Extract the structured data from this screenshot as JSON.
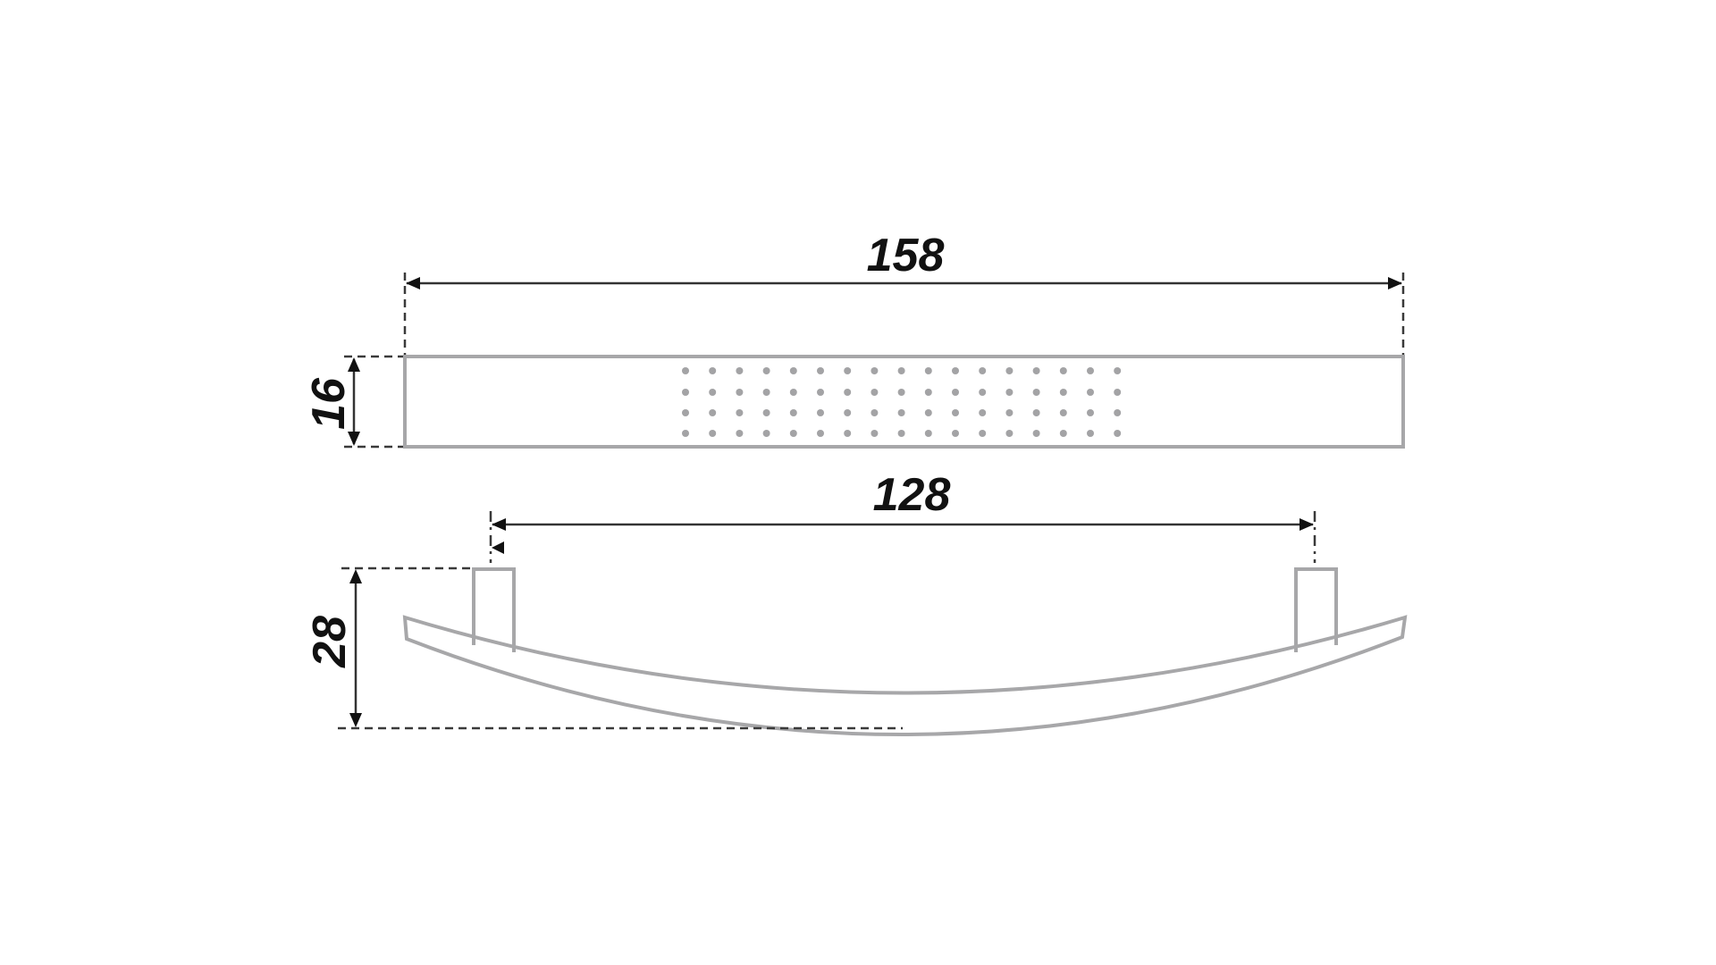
{
  "drawing": {
    "title": "Furniture handle dimension drawing",
    "units": "mm",
    "colors": {
      "background": "#ffffff",
      "part_outline": "#a7a7a9",
      "dimension_line": "#333333",
      "text": "#111111",
      "dots": "#a3a3a5"
    },
    "dimensions": {
      "overall_length": "158",
      "height_top_view": "16",
      "center_to_center": "128",
      "depth_side_view": "28"
    },
    "top_view": {
      "dot_pattern": {
        "columns": 17,
        "rows": 4
      }
    }
  }
}
